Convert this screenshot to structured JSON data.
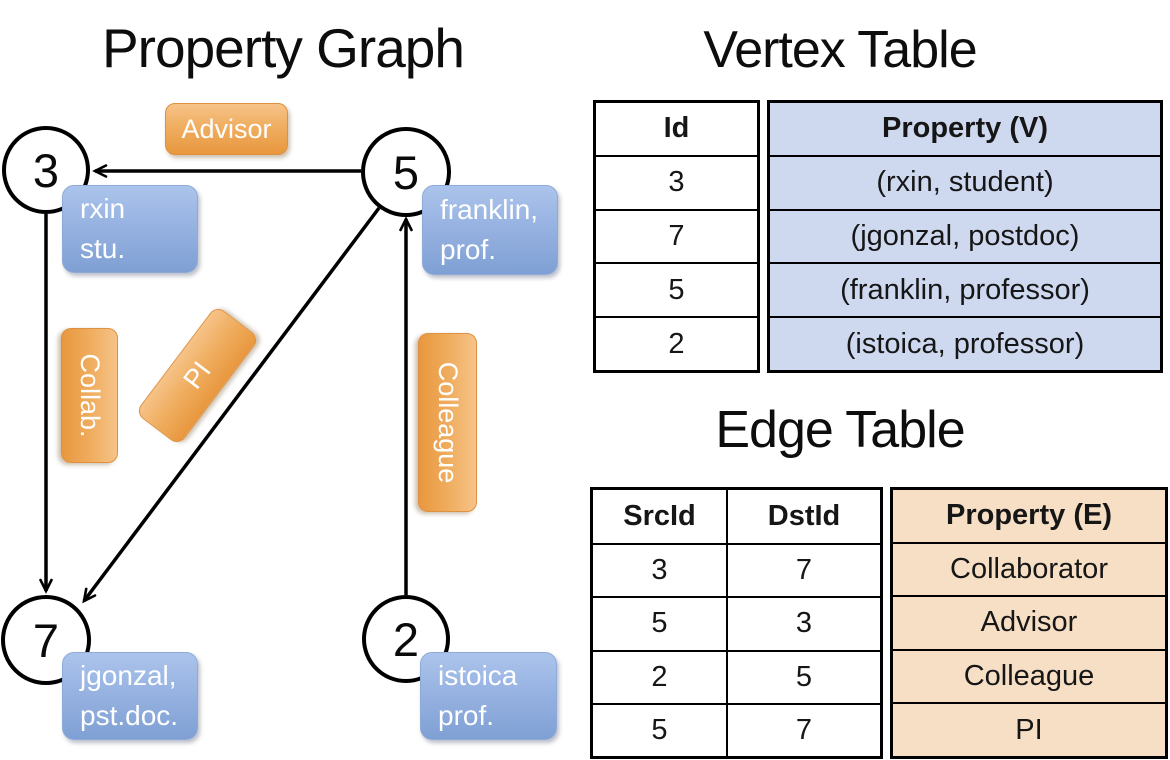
{
  "slide": {
    "graph_title": "Property Graph",
    "vertex_table_title": "Vertex Table",
    "edge_table_title": "Edge Table"
  },
  "graph": {
    "vertices": [
      {
        "id": "3",
        "property_lines": [
          "rxin",
          "stu."
        ]
      },
      {
        "id": "5",
        "property_lines": [
          "franklin,",
          "prof."
        ]
      },
      {
        "id": "7",
        "property_lines": [
          "jgonzal,",
          "pst.doc."
        ]
      },
      {
        "id": "2",
        "property_lines": [
          "istoica",
          "prof."
        ]
      }
    ],
    "edge_labels": [
      {
        "label": "Advisor",
        "src": "5",
        "dst": "3"
      },
      {
        "label": "Collab.",
        "src": "3",
        "dst": "7"
      },
      {
        "label": "PI",
        "src": "5",
        "dst": "7"
      },
      {
        "label": "Colleague",
        "src": "2",
        "dst": "5"
      }
    ]
  },
  "vertex_table": {
    "headers": {
      "id": "Id",
      "property": "Property (V)"
    },
    "rows": [
      {
        "id": "3",
        "property": "(rxin, student)"
      },
      {
        "id": "7",
        "property": "(jgonzal, postdoc)"
      },
      {
        "id": "5",
        "property": "(franklin, professor)"
      },
      {
        "id": "2",
        "property": "(istoica, professor)"
      }
    ]
  },
  "edge_table": {
    "headers": {
      "src": "SrcId",
      "dst": "DstId",
      "property": "Property (E)"
    },
    "rows": [
      {
        "src": "3",
        "dst": "7",
        "property": "Collaborator"
      },
      {
        "src": "5",
        "dst": "3",
        "property": "Advisor"
      },
      {
        "src": "2",
        "dst": "5",
        "property": "Colleague"
      },
      {
        "src": "5",
        "dst": "7",
        "property": "PI"
      }
    ]
  },
  "colors": {
    "edge_label_orange": "#EFAC5D",
    "vertex_property_blue": "#93AFDF",
    "vertex_table_fill": "#CED9F0",
    "edge_table_fill": "#F6DFC5"
  }
}
